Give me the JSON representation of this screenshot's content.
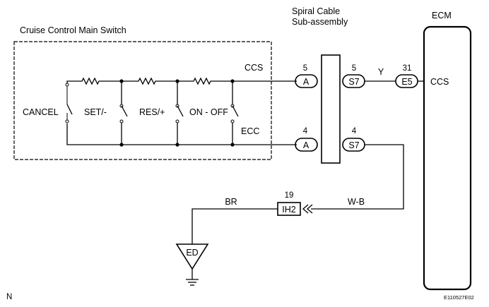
{
  "switch": {
    "title": "Cruise Control Main Switch",
    "ccs_label": "CCS",
    "ecc_label": "ECC",
    "positions": [
      "CANCEL",
      "SET/-",
      "RES/+",
      "ON - OFF"
    ]
  },
  "spiral_cable": {
    "title_line1": "Spiral Cable",
    "title_line2": "Sub-assembly"
  },
  "ecm": {
    "title": "ECM",
    "pin_label": "CCS"
  },
  "connectors": {
    "a_top": {
      "pin": "5",
      "name": "A"
    },
    "s7_top": {
      "pin": "5",
      "name": "S7"
    },
    "e5": {
      "pin": "31",
      "name": "E5"
    },
    "a_bot": {
      "pin": "4",
      "name": "A"
    },
    "s7_bot": {
      "pin": "4",
      "name": "S7"
    },
    "ih2": {
      "pin": "19",
      "name": "IH2"
    }
  },
  "wires": {
    "y": "Y",
    "wb": "W-B",
    "br": "BR"
  },
  "ground": {
    "name": "ED"
  },
  "footer": {
    "left": "N",
    "right": "E110527E02"
  }
}
